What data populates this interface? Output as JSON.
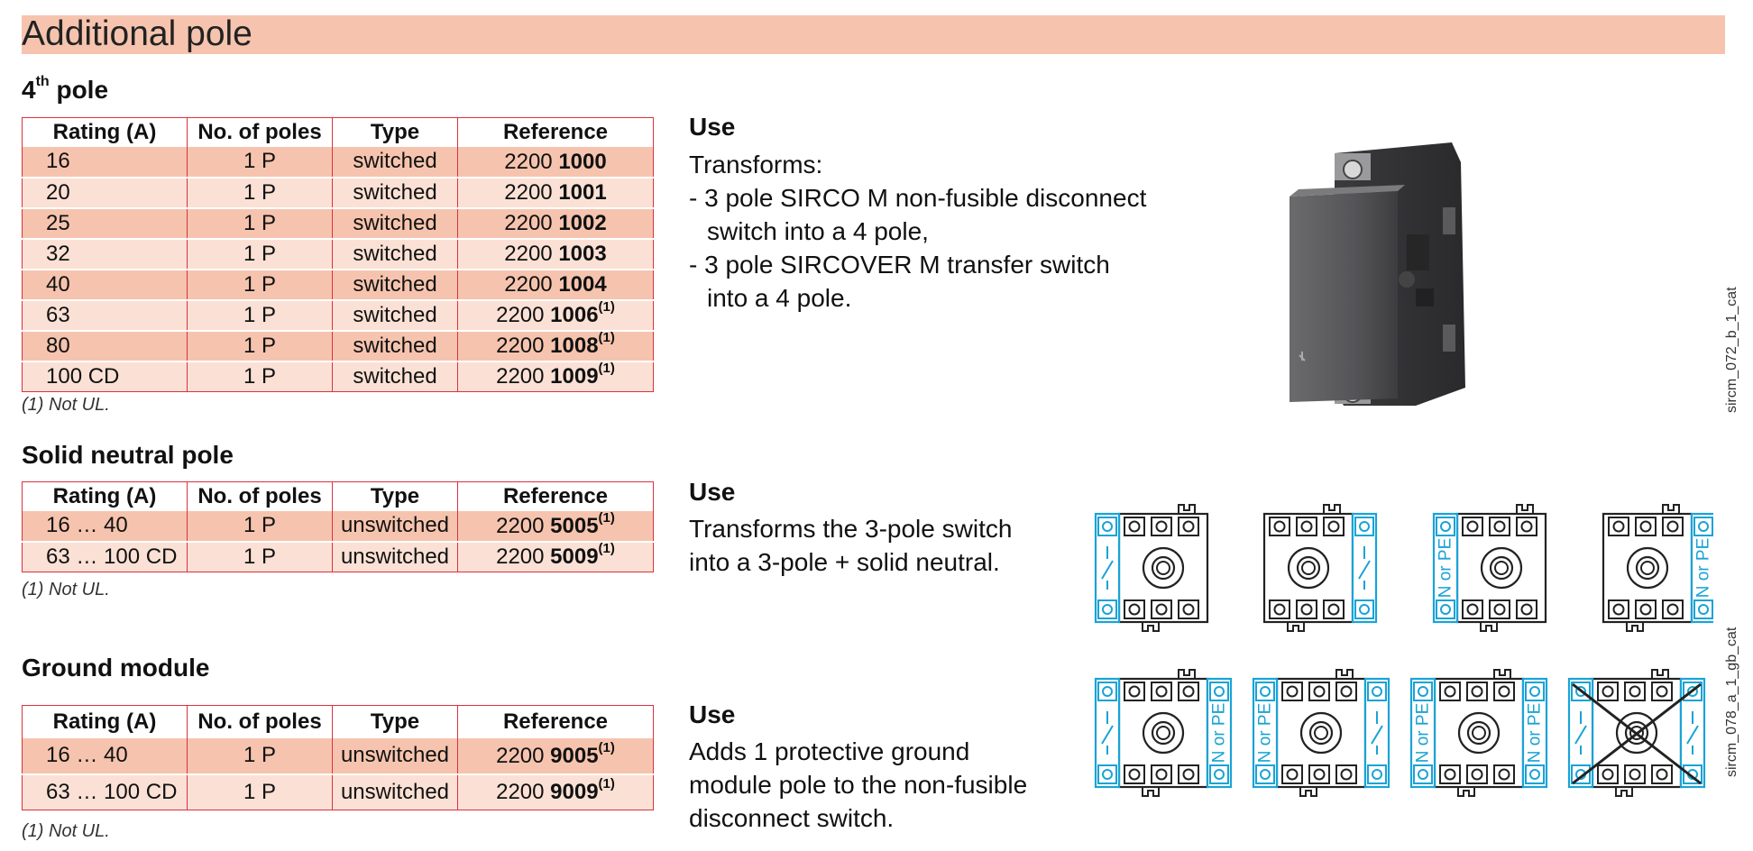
{
  "title": "Additional pole",
  "fourth_pole": {
    "heading_main": "4",
    "heading_sup": "th",
    "heading_rest": " pole",
    "headers": [
      "Rating (A)",
      "No. of poles",
      "Type",
      "Reference"
    ],
    "rows": [
      {
        "rating": "16",
        "poles": "1 P",
        "type": "switched",
        "ref_a": "2200 ",
        "ref_b": "1000",
        "ref_sup": ""
      },
      {
        "rating": "20",
        "poles": "1 P",
        "type": "switched",
        "ref_a": "2200 ",
        "ref_b": "1001",
        "ref_sup": ""
      },
      {
        "rating": "25",
        "poles": "1 P",
        "type": "switched",
        "ref_a": "2200 ",
        "ref_b": "1002",
        "ref_sup": ""
      },
      {
        "rating": "32",
        "poles": "1 P",
        "type": "switched",
        "ref_a": "2200 ",
        "ref_b": "1003",
        "ref_sup": ""
      },
      {
        "rating": "40",
        "poles": "1 P",
        "type": "switched",
        "ref_a": "2200 ",
        "ref_b": "1004",
        "ref_sup": ""
      },
      {
        "rating": "63",
        "poles": "1 P",
        "type": "switched",
        "ref_a": "2200 ",
        "ref_b": "1006",
        "ref_sup": "(1)"
      },
      {
        "rating": "80",
        "poles": "1 P",
        "type": "switched",
        "ref_a": "2200 ",
        "ref_b": "1008",
        "ref_sup": "(1)"
      },
      {
        "rating": "100 CD",
        "poles": "1 P",
        "type": "switched",
        "ref_a": "2200 ",
        "ref_b": "1009",
        "ref_sup": "(1)"
      }
    ],
    "note": "(1) Not UL.",
    "use_heading": "Use",
    "use_lines": [
      "Transforms:",
      "- 3 pole SIRCO M non-fusible disconnect",
      "switch into a 4 pole,",
      "- 3 pole SIRCOVER M transfer switch",
      "into a 4 pole."
    ],
    "photo_code": "sircm_072_b_1_cat"
  },
  "solid_neutral": {
    "heading": "Solid neutral pole",
    "headers": [
      "Rating (A)",
      "No. of poles",
      "Type",
      "Reference"
    ],
    "rows": [
      {
        "rating": "16 … 40",
        "poles": "1 P",
        "type": "unswitched",
        "ref_a": "2200 ",
        "ref_b": "5005",
        "ref_sup": "(1)"
      },
      {
        "rating": "63 … 100 CD",
        "poles": "1 P",
        "type": "unswitched",
        "ref_a": "2200 ",
        "ref_b": "5009",
        "ref_sup": "(1)"
      }
    ],
    "note": "(1) Not UL.",
    "use_heading": "Use",
    "use_lines": [
      "Transforms the 3-pole switch",
      "into a 3-pole + solid neutral."
    ]
  },
  "ground_module": {
    "heading": "Ground module",
    "headers": [
      "Rating (A)",
      "No. of poles",
      "Type",
      "Reference"
    ],
    "rows": [
      {
        "rating": "16 … 40",
        "poles": "1 P",
        "type": "unswitched",
        "ref_a": "2200 ",
        "ref_b": "9005",
        "ref_sup": "(1)"
      },
      {
        "rating": "63 … 100 CD",
        "poles": "1 P",
        "type": "unswitched",
        "ref_a": "2200 ",
        "ref_b": "9009",
        "ref_sup": "(1)"
      }
    ],
    "note": "(1) Not UL.",
    "use_heading": "Use",
    "use_lines": [
      "Adds 1 protective ground",
      "module pole to the non-fusible",
      "disconnect switch."
    ]
  },
  "diagrams": {
    "label": "N or PE",
    "code": "sircm_078_a_1_gb_cat"
  }
}
